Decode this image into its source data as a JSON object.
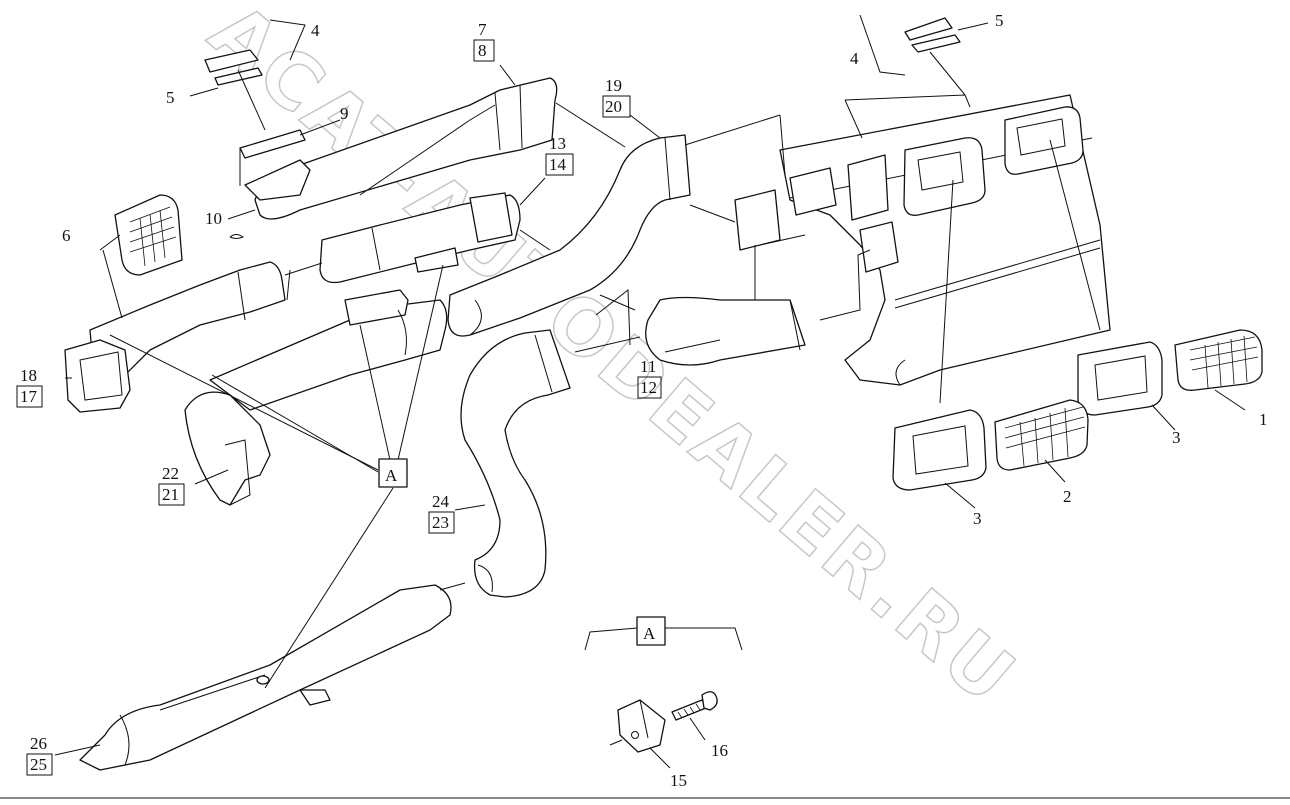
{
  "diagram": {
    "watermark": "ACAT-AUTODEALER.RU",
    "callouts": [
      {
        "id": "c1",
        "text": "1"
      },
      {
        "id": "c2",
        "text": "2"
      },
      {
        "id": "c3a",
        "text": "3"
      },
      {
        "id": "c3b",
        "text": "3"
      },
      {
        "id": "c4a",
        "text": "4"
      },
      {
        "id": "c4b",
        "text": "4"
      },
      {
        "id": "c5a",
        "text": "5"
      },
      {
        "id": "c5b",
        "text": "5"
      },
      {
        "id": "c6",
        "text": "6"
      },
      {
        "id": "c9",
        "text": "9"
      },
      {
        "id": "c10",
        "text": "10"
      },
      {
        "id": "c15",
        "text": "15"
      },
      {
        "id": "c16",
        "text": "16"
      }
    ],
    "paired_callouts": [
      {
        "id": "p7-8",
        "top": "7",
        "bottom": "8"
      },
      {
        "id": "p19-20",
        "top": "19",
        "bottom": "20"
      },
      {
        "id": "p13-14",
        "top": "13",
        "bottom": "14"
      },
      {
        "id": "p11-12",
        "top": "11",
        "bottom": "12"
      },
      {
        "id": "p18-17",
        "top": "18",
        "bottom": "17"
      },
      {
        "id": "p22-21",
        "top": "22",
        "bottom": "21"
      },
      {
        "id": "p24-23",
        "top": "24",
        "bottom": "23"
      },
      {
        "id": "p26-25",
        "top": "26",
        "bottom": "25"
      }
    ],
    "view_labels": [
      {
        "id": "a-main",
        "text": "A"
      },
      {
        "id": "a-detail",
        "text": "A"
      }
    ]
  }
}
